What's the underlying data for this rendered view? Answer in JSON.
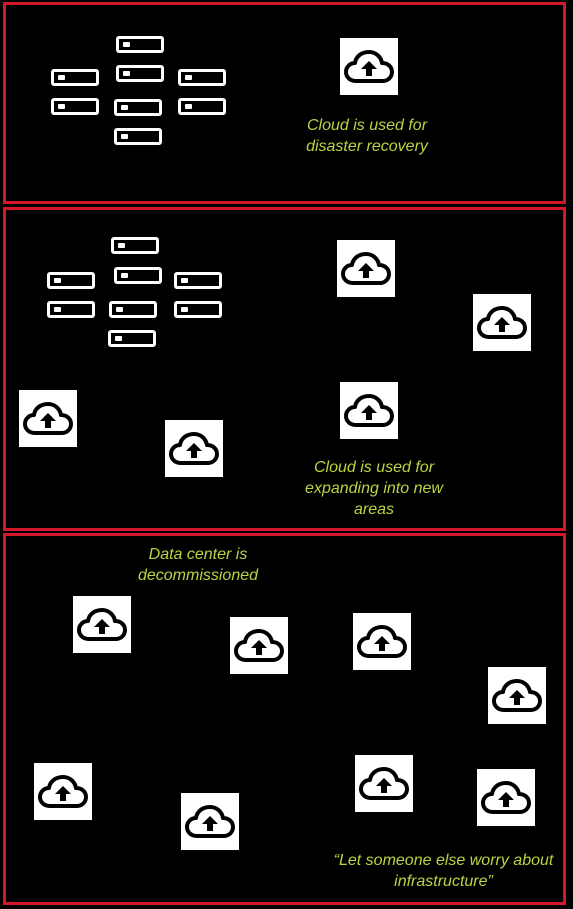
{
  "stages": [
    {
      "caption": "Cloud is used for\ndisaster recovery"
    },
    {
      "caption": "Cloud is used for\nexpanding into new\nareas"
    },
    {
      "caption_top": "Data center is\ndecommissioned",
      "caption_bottom": "“Let someone else worry about\ninfrastructure”"
    }
  ],
  "colors": {
    "border": "#d3182b",
    "caption": "#b9d542",
    "background": "#000000",
    "icon_tile": "#ffffff"
  },
  "icons": {
    "cloud": "cloud-upload-icon",
    "server": "server-rack-icon"
  }
}
